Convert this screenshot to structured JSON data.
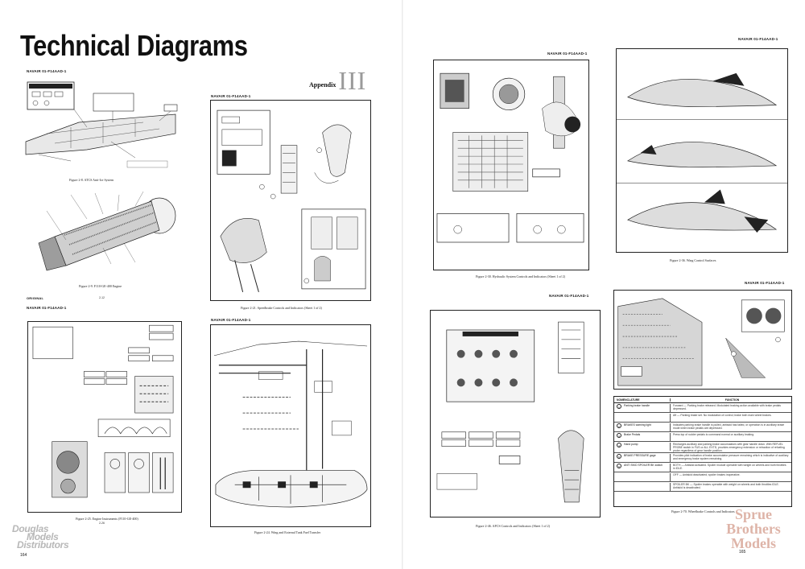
{
  "page": {
    "title": "Technical Diagrams",
    "appendix_word": "Appendix",
    "appendix_numeral": "III"
  },
  "headers": {
    "h1": "NAVAIR 01-F14AAD-1",
    "h2": "NAVAIR 01-F14AAD-1",
    "h3": "NAVAIR 01-F14AAD-1",
    "h4": "NAVAIR 01-F14AAD-1",
    "h5": "NAVAIR 01-F14AAD-1",
    "h6": "NAVAIR 01-F14AAD-1",
    "h7": "NAVAIR 01-F14AAD-1",
    "h8": "NAVAIR 01-F14AAD-1"
  },
  "captions": {
    "ats": "Figure 2-8.  ATCS Anti-Ice System",
    "engine": "Figure 2-9.  F110-GE-400 Engine",
    "speedbrake": "Figure 2-21.  Speedbrake Controls and Indicators (Sheet 1 of 2)",
    "hydraulic": "Figure 2-30.  Hydraulic System Controls and Indicators (Sheet 1 of 2)",
    "wing": "Figure 2-36.  Wing Control Surfaces",
    "engine_instr": "Figure 2-25.  Engine Instruments (F110-GE-400)",
    "fuel": "Figure 2-24.  Wing and External Tank Fuel Transfer",
    "afcs": "Figure 2-46.  AFCS Controls and Indicators (Sheet 1 of 2)",
    "wheelbrake": "Figure 2-70.  Wheelbrake Controls and Indicators"
  },
  "footers": {
    "original": "ORIGINAL",
    "page_mid_left": "2-12",
    "page_bottom_left": "2-26",
    "left_folio": "164",
    "right_folio": "165"
  },
  "table": {
    "col1": "NOMENCLATURE",
    "col2": "FUNCTION",
    "rows": [
      {
        "n": "1",
        "name": "Parking brake handle",
        "fn": "Forward — Parking brake released. Modulated braking action available with brake pedals depressed."
      },
      {
        "n": "",
        "name": "",
        "fn": "Aft — Parking brake set. No modulation of control; brake both main wheel brakes."
      },
      {
        "n": "2",
        "name": "BRAKES warning light",
        "fn": "Indicates parking brake handle is pulled, antiskid has failed, or operation is in auxiliary brake mode when brake pedals are depressed."
      },
      {
        "n": "3",
        "name": "Brake Pedals",
        "fn": "Press top of rudder pedals to command normal or auxiliary braking."
      },
      {
        "n": "4",
        "name": "Hand pump",
        "fn": "Recharges auxiliary and parking brake accumulators with gear handle down. With REFUEL PROBE switch in FUS or ALL EXTD, provides emergency extension or retraction of refueling probe regardless of gear handle position."
      },
      {
        "n": "5",
        "name": "BRAKE PRESSURE gage",
        "fn": "Provides pilot indication of brake accumulator pressure remaining which is indicative of auxiliary and emergency brake system remaining."
      },
      {
        "n": "6",
        "name": "ANTI SKID SPOILER BK switch",
        "fn": "BOTH — Antiskid activated. Spoiler module operable with weight on wheels and both throttles in IDLE."
      },
      {
        "n": "",
        "name": "",
        "fn": "OFF — Antiskid deactivated; spoiler brakes inoperative."
      },
      {
        "n": "",
        "name": "",
        "fn": "SPOILER BK — Spoiler brakes operable with weight on wheels and both throttles IDLE. Antiskid is deactivated."
      }
    ]
  },
  "logos": {
    "dmd_line1": "Douglas",
    "dmd_line2": "Models",
    "dmd_line3": "Distributors",
    "sbm_line1": "Sprue",
    "sbm_line2": "Brothers",
    "sbm_line3": "Models"
  },
  "colors": {
    "ink": "#111111",
    "appendix_gray": "#9a9a9a",
    "watermark_gray": "#b8b8b8",
    "watermark_rose": "#d9a89a"
  }
}
